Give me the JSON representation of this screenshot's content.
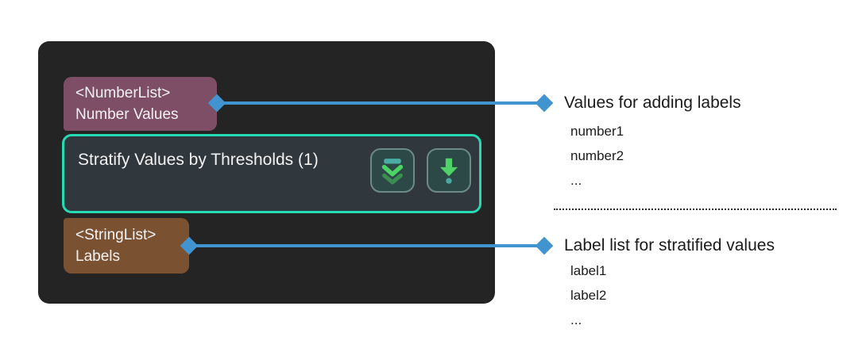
{
  "node": {
    "title": "Stratify Values by Thresholds (1)",
    "input_port": {
      "type_label": "<NumberList>",
      "name_label": "Number Values",
      "color": "#7d4e66"
    },
    "output_port": {
      "type_label": "<StringList>",
      "name_label": "Labels",
      "color": "#7b5231"
    },
    "body_color": "#242424",
    "function_box": {
      "border_color": "#26dbb4",
      "background_color": "#30373d"
    },
    "buttons": [
      {
        "name": "unfold-more-button",
        "icon": "unfold-more-icon",
        "icon_colors": {
          "bar": "#4aada3",
          "chevron_bright": "#49d465",
          "chevron_dim": "#3f9f55"
        }
      },
      {
        "name": "output-arrow-button",
        "icon": "arrow-down-dot-icon",
        "icon_colors": {
          "arrow": "#4fd369",
          "dot": "#4aa9a0"
        }
      }
    ]
  },
  "connectors": {
    "color": "#4194d0"
  },
  "annotations": [
    {
      "title": "Values for adding labels",
      "items": [
        "number1",
        "number2",
        "..."
      ]
    },
    {
      "title": "Label list for stratified values",
      "items": [
        "label1",
        "label2",
        "..."
      ]
    }
  ]
}
